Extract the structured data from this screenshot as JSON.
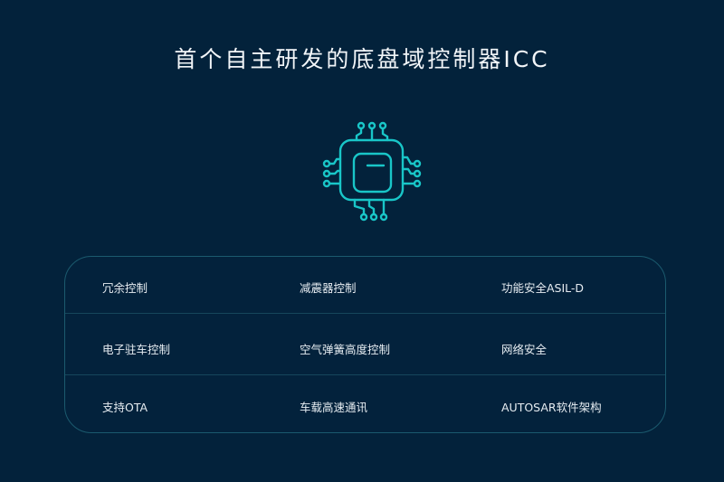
{
  "header": {
    "title": "首个自主研发的底盘域控制器ICC"
  },
  "icon": {
    "name": "chip-icon",
    "color": "#19c6c8"
  },
  "features": {
    "rows": [
      [
        "冗余控制",
        "减震器控制",
        "功能安全ASIL-D"
      ],
      [
        "电子驻车控制",
        "空气弹簧高度控制",
        "网络安全"
      ],
      [
        "支持OTA",
        "车载高速通讯",
        "AUTOSAR软件架构"
      ]
    ]
  },
  "colors": {
    "background": "#03223b",
    "accent": "#19c6c8",
    "panel_border": "#1b5a6e",
    "text": "#e6ecf1"
  }
}
